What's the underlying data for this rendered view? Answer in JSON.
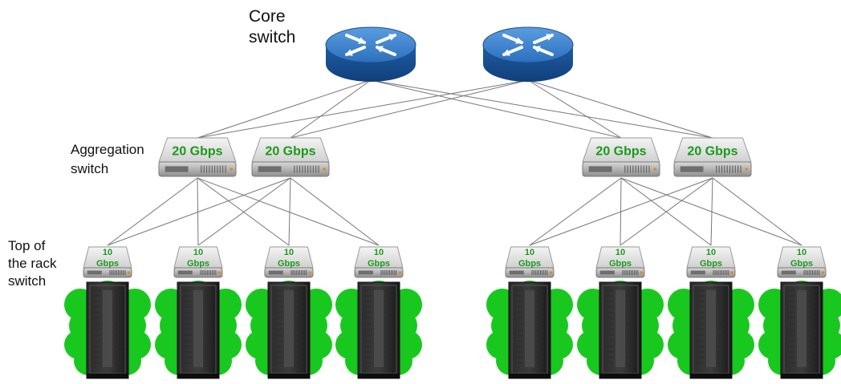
{
  "labels": {
    "core": [
      "Core",
      "switch"
    ],
    "aggregation": [
      "Aggregation",
      "switch"
    ],
    "tor": [
      "Top of",
      "the rack",
      "switch"
    ]
  },
  "aggregation_switches": [
    {
      "speed": "20 Gbps"
    },
    {
      "speed": "20 Gbps"
    },
    {
      "speed": "20 Gbps"
    },
    {
      "speed": "20 Gbps"
    }
  ],
  "tor_switches": [
    {
      "speed_lines": [
        "10",
        "Gbps"
      ]
    },
    {
      "speed_lines": [
        "10",
        "Gbps"
      ]
    },
    {
      "speed_lines": [
        "10",
        "Gbps"
      ]
    },
    {
      "speed_lines": [
        "10",
        "Gbps"
      ]
    },
    {
      "speed_lines": [
        "10",
        "Gbps"
      ]
    },
    {
      "speed_lines": [
        "10",
        "Gbps"
      ]
    },
    {
      "speed_lines": [
        "10",
        "Gbps"
      ]
    },
    {
      "speed_lines": [
        "10",
        "Gbps"
      ]
    }
  ],
  "core_router_count": 2,
  "rack_count": 8,
  "colors": {
    "router_blue": "#1f5fa8",
    "speed_green": "#1a9a1a",
    "cloud_green": "#19c81e",
    "link_gray": "#777777"
  }
}
